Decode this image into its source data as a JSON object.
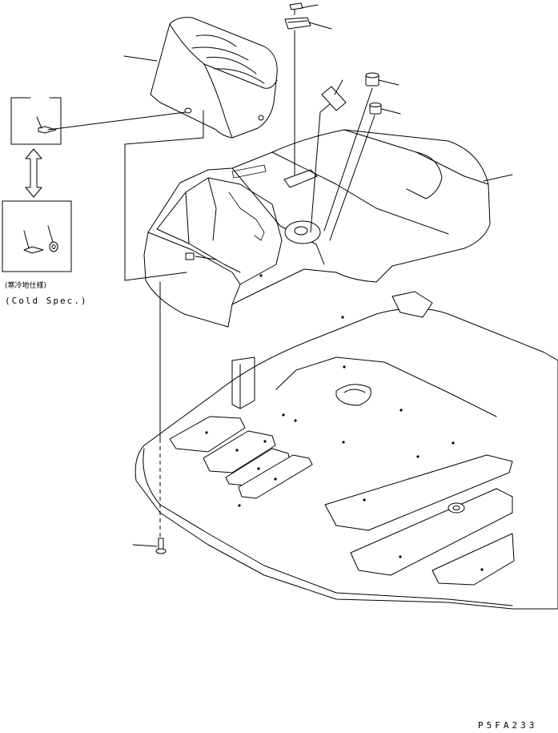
{
  "diagram": {
    "code": "P5FA233",
    "spec_label_jp": "(寒冷地仕様)",
    "spec_label_en": "(Cold Spec.)"
  },
  "colors": {
    "line": "#000000",
    "background": "#ffffff"
  }
}
